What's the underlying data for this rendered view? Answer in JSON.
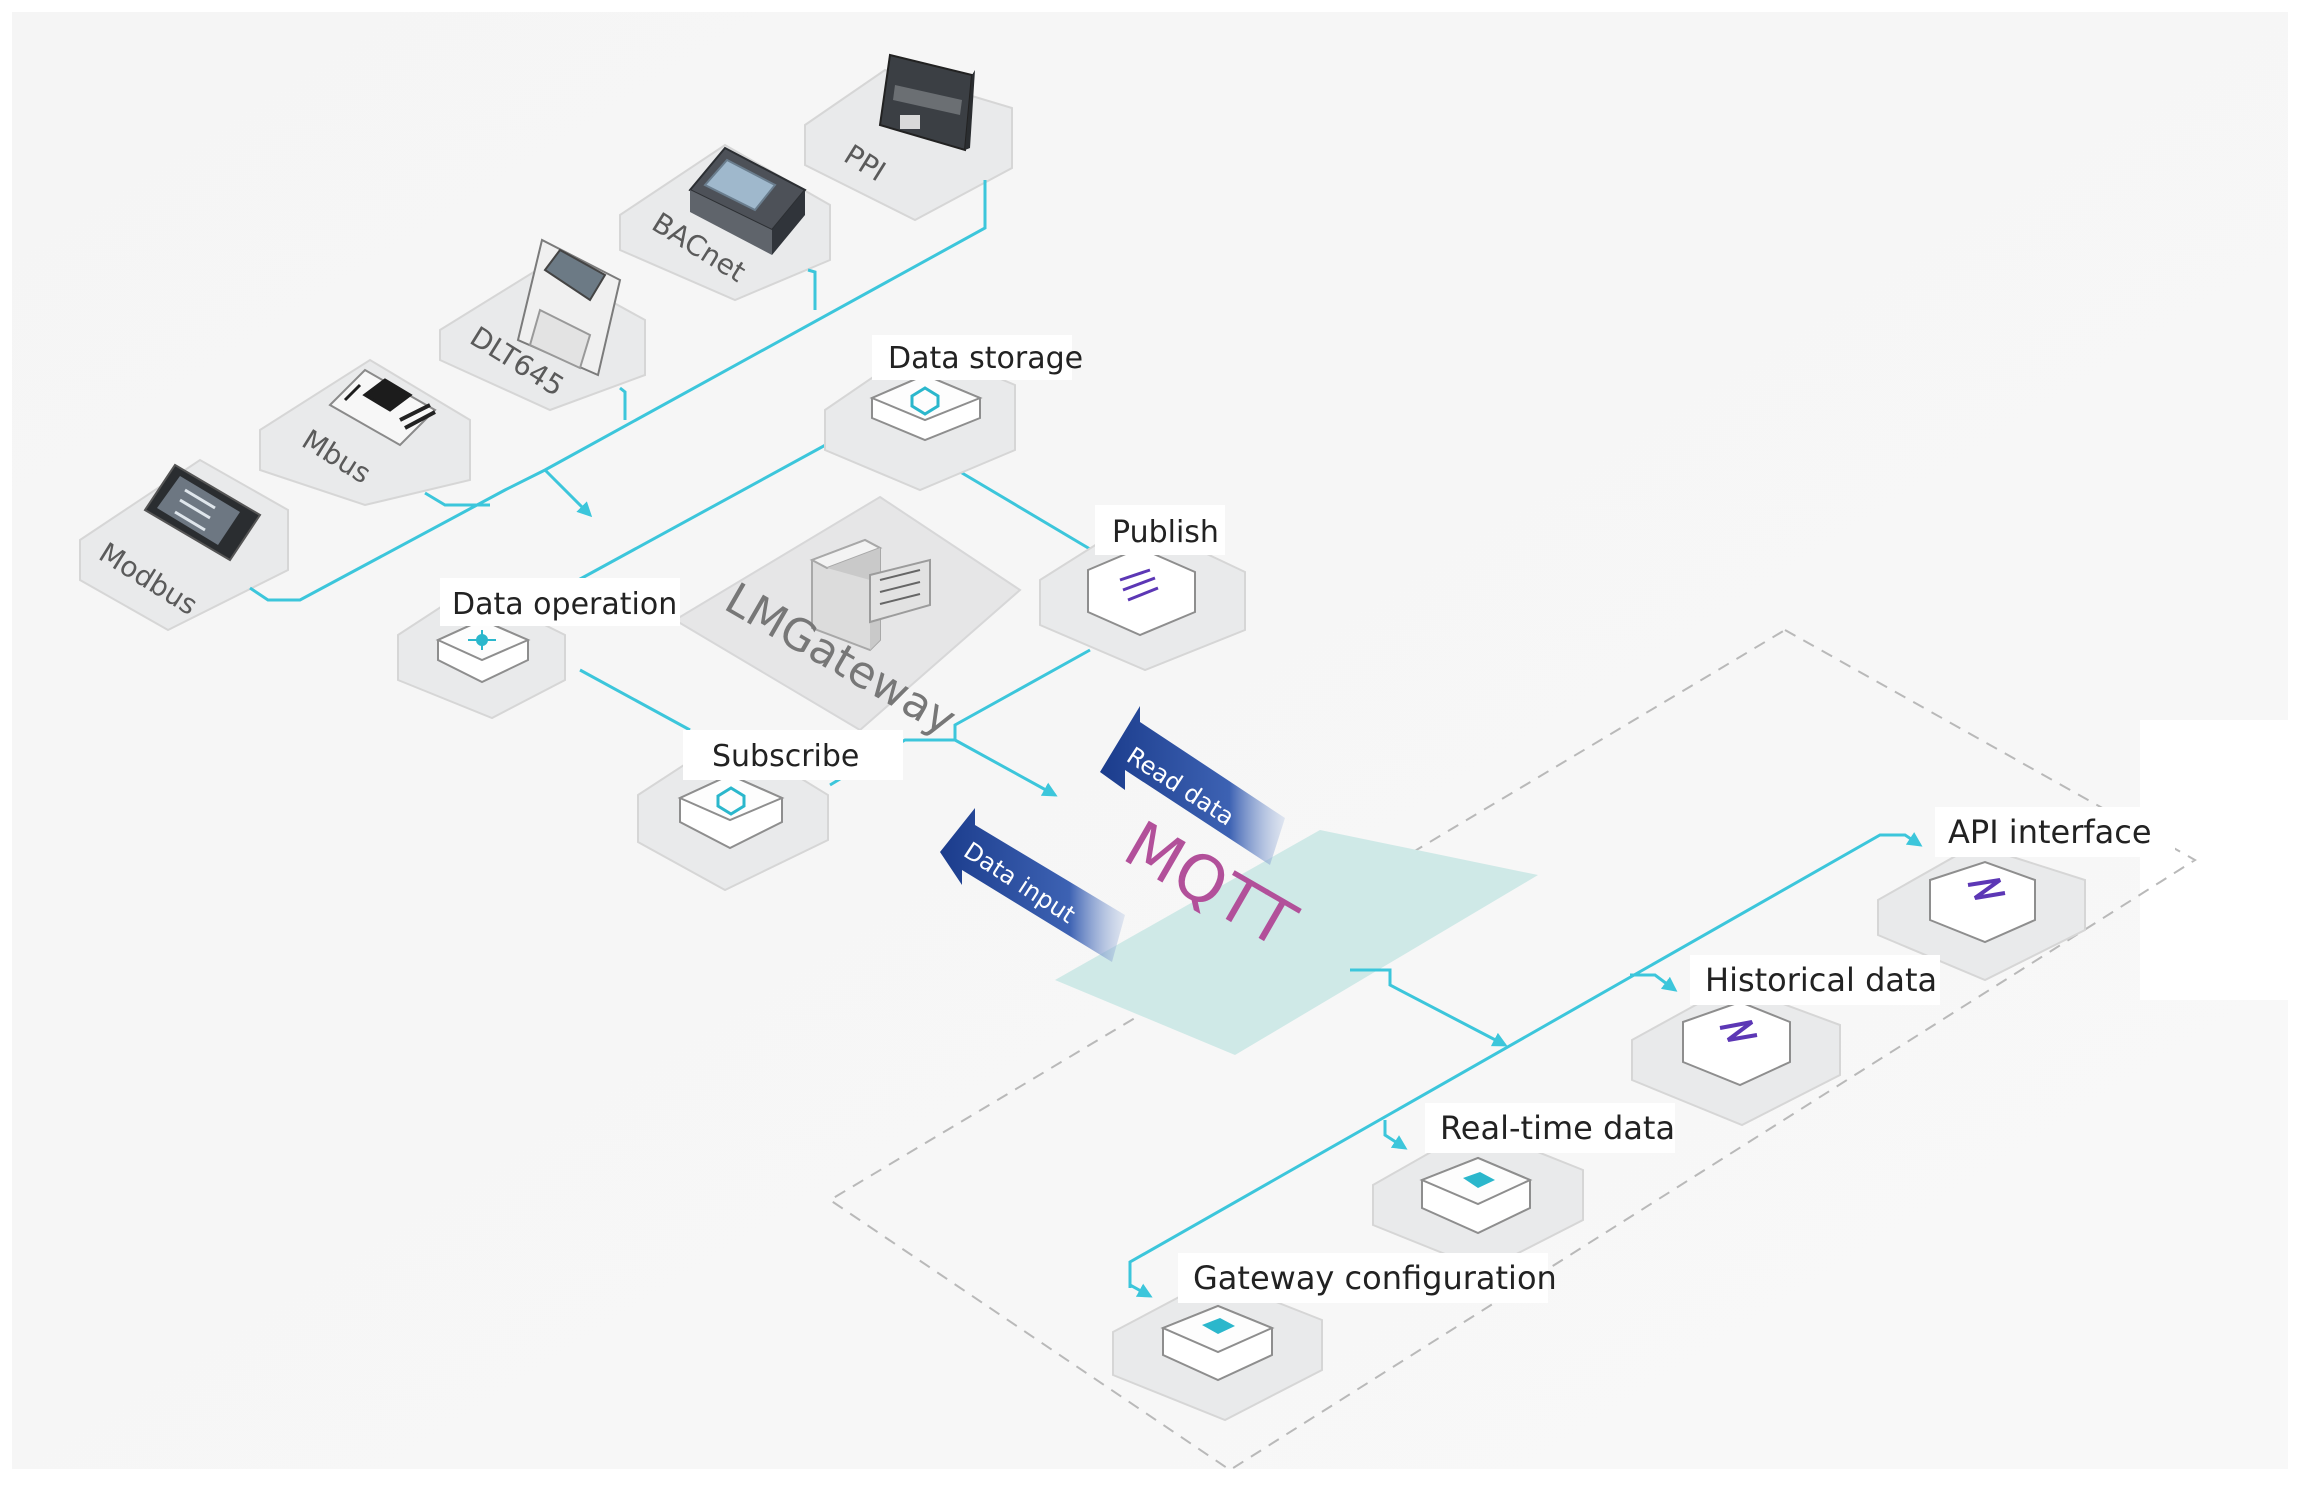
{
  "diagram": {
    "gateway_title": "LMGateway",
    "protocols": [
      "Modbus",
      "Mbus",
      "DLT645",
      "BACnet",
      "PPI"
    ],
    "modules": {
      "data_storage": "Data storage",
      "publish": "Publish",
      "data_operation": "Data operation",
      "subscribe": "Subscribe"
    },
    "mqtt": {
      "label": "MQTT",
      "read_data": "Read data",
      "data_input": "Data input"
    },
    "services": {
      "api_interface": "API interface",
      "historical_data": "Historical data",
      "realtime_data": "Real-time data",
      "gateway_configuration": "Gateway configuration"
    },
    "colors": {
      "line": "#3cc6db",
      "arrow": "#1b3c8c",
      "mqtt_plane": "#cfe9e7",
      "mqtt_text": "#b2509a",
      "tile": "#e9eaeb"
    }
  }
}
